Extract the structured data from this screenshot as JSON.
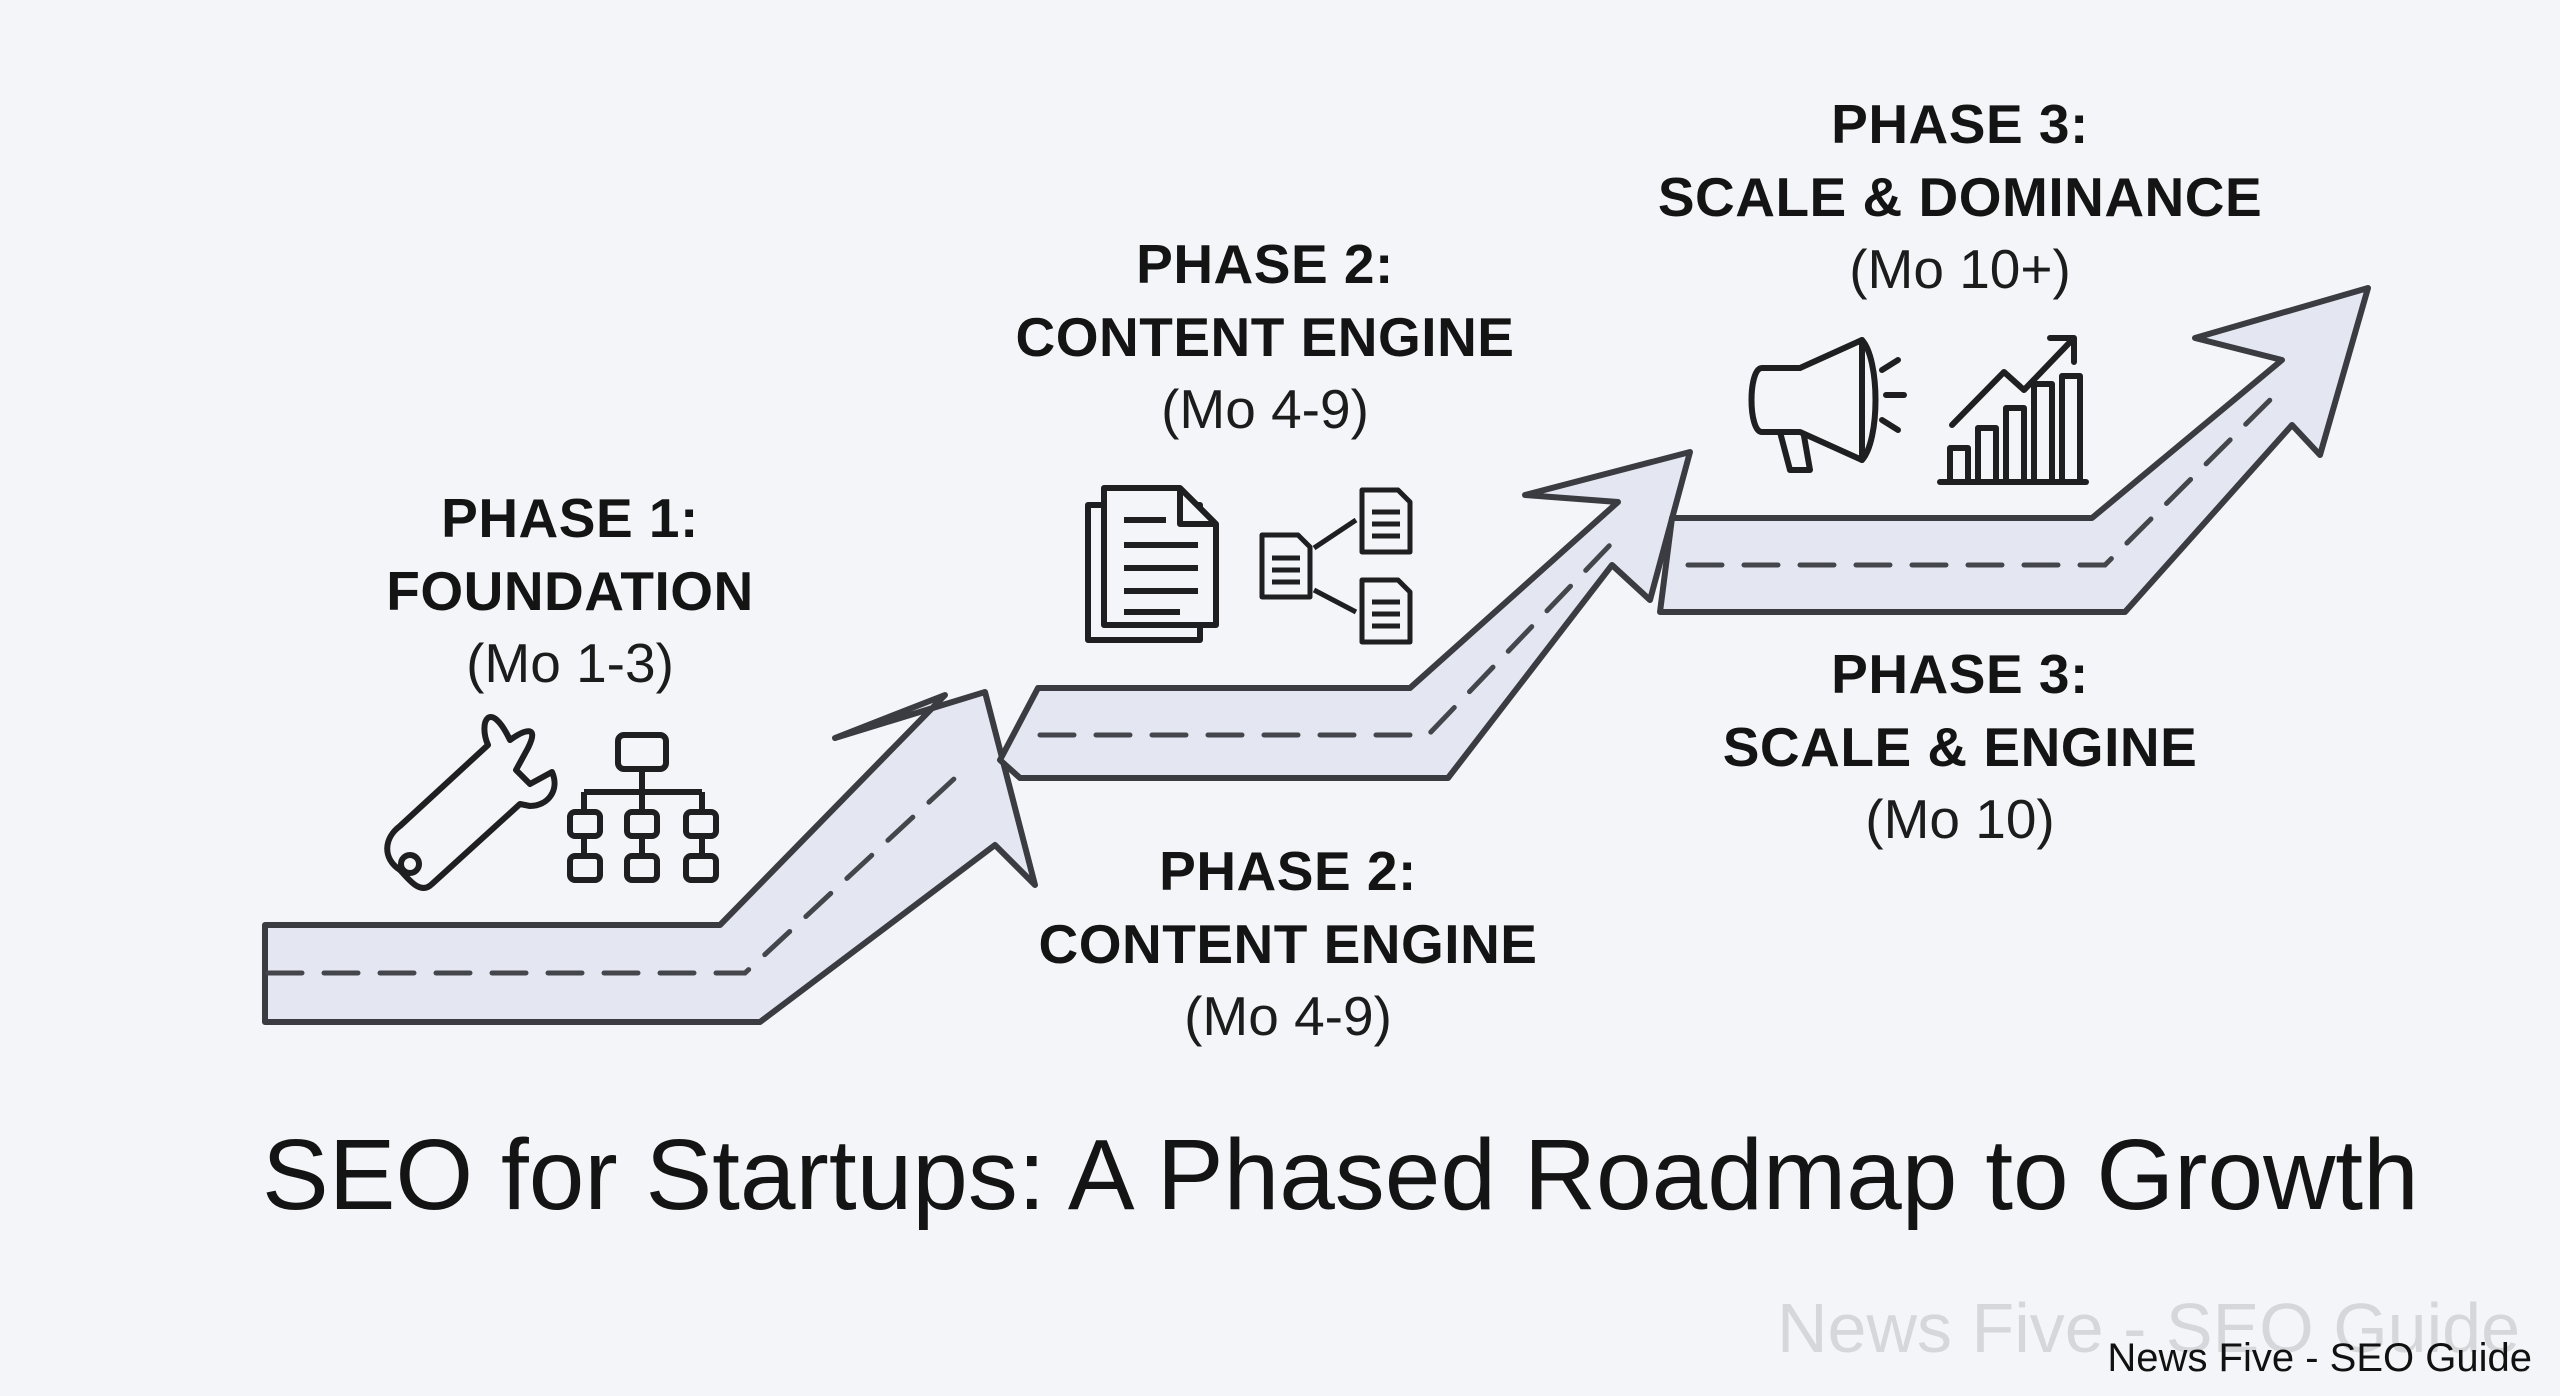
{
  "diagram": {
    "title": "SEO for Startups: A Phased Roadmap to Growth",
    "phases": [
      {
        "id": "phase-1",
        "heading": "PHASE 1:",
        "name": "FOUNDATION",
        "period": "(Mo 1-3)",
        "icons": [
          "wrench-icon",
          "sitemap-icon"
        ]
      },
      {
        "id": "phase-2-top",
        "heading": "PHASE 2:",
        "name": "CONTENT ENGINE",
        "period": "(Mo 4-9)",
        "icons": [
          "document-icon",
          "linked-documents-icon"
        ]
      },
      {
        "id": "phase-2-bottom",
        "heading": "PHASE 2:",
        "name": "CONTENT ENGINE",
        "period": "(Mo 4-9)"
      },
      {
        "id": "phase-3-top",
        "heading": "PHASE 3:",
        "name": "SCALE & DOMINANCE",
        "period": "(Mo 10+)",
        "icons": [
          "megaphone-icon",
          "growth-chart-icon"
        ]
      },
      {
        "id": "phase-3-bottom",
        "heading": "PHASE 3:",
        "name": "SCALE & ENGINE",
        "period": "(Mo 10)"
      }
    ]
  },
  "watermark": {
    "faint": "News Five - SEO Guide",
    "small": "News Five - SEO Guide"
  },
  "colors": {
    "background": "#f4f5f8",
    "road_fill": "#e4e7f1",
    "road_stroke": "#3a3c42",
    "text": "#141414"
  }
}
